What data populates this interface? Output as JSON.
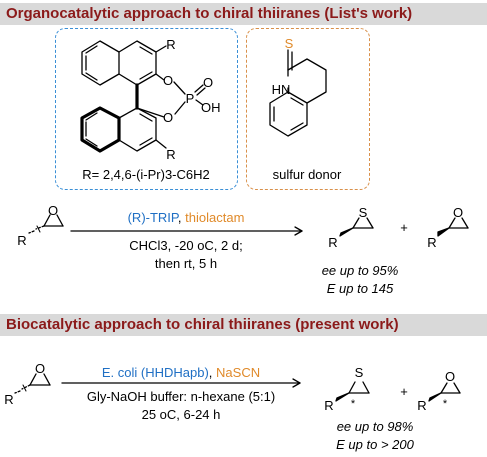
{
  "banners": {
    "list_work": "Organocatalytic approach to chiral thiiranes (List's work)",
    "present_work": "Biocatalytic approach to chiral thiiranes (present work)"
  },
  "catalyst": {
    "r_group": "R= 2,4,6-(i-Pr)3-C6H2",
    "atom_labels": [
      "R",
      "R",
      "O",
      "O",
      "P",
      "O",
      "OH"
    ]
  },
  "donor": {
    "caption": "sulfur donor",
    "atom_labels": [
      "S",
      "HN"
    ]
  },
  "reaction1": {
    "catalyst_label": "(R)-TRIP",
    "donor_label": "thiolactam",
    "conditions_line1": "CHCl3, -20 oC, 2 d;",
    "conditions_line2": "then rt, 5 h",
    "ee": "ee up to 95%",
    "E": "E up to 145",
    "plus": "+",
    "atom_labels": [
      "O",
      "R",
      "S",
      "R",
      "O",
      "R"
    ]
  },
  "reaction2": {
    "enzyme_label": "E. coli (HHDHapb)",
    "reagent_label": "NaSCN",
    "conditions_line1": "Gly-NaOH buffer: n-hexane (5:1)",
    "conditions_line2": "25 oC, 6-24 h",
    "ee": "ee up to 98%",
    "E": "E up to > 200",
    "plus": "+",
    "stereo_mark": "*",
    "atom_labels": [
      "O",
      "R",
      "S",
      "R",
      "O",
      "R"
    ]
  },
  "colors": {
    "banner_text": "#8b1a1a",
    "banner_bg": "#d9d9d9",
    "catalyst_box": "#3a8fd6",
    "donor_box": "#d9904a",
    "catalyst_text": "#1f6fc4",
    "donor_text": "#e08a2a"
  }
}
